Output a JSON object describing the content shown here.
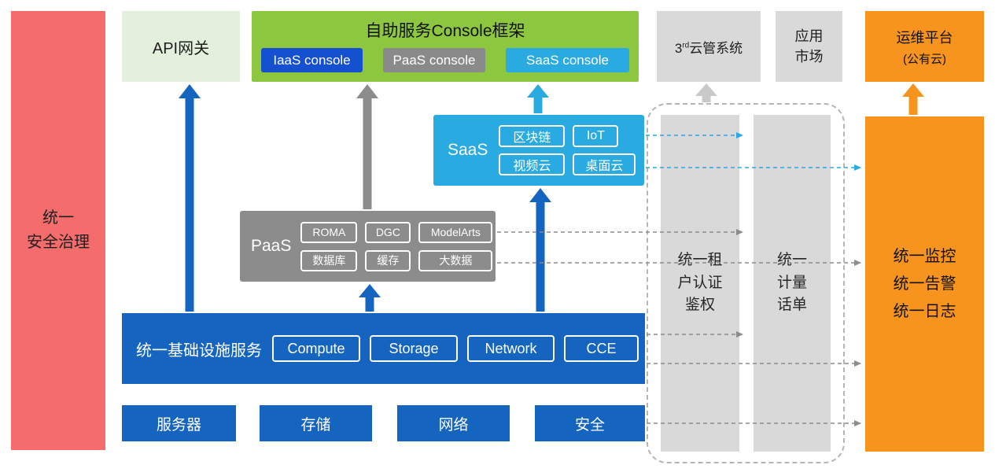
{
  "colors": {
    "red": "#f56c6c",
    "light_green": "#e3f0dc",
    "green": "#8dc63f",
    "blue": "#1565c0",
    "console_blue": "#1450cf",
    "gray": "#8c8c8c",
    "light_gray": "#d9d9d9",
    "cyan": "#29abe2",
    "orange": "#f7941d"
  },
  "security_bar": {
    "label": "统一\n安全治理"
  },
  "api_gateway": {
    "label": "API网关"
  },
  "console_frame": {
    "title": "自助服务Console框架",
    "buttons": [
      {
        "label": "IaaS console"
      },
      {
        "label": "PaaS console"
      },
      {
        "label": "SaaS console"
      }
    ]
  },
  "third_party_cms": {
    "prefix": "3",
    "sup": "rd",
    "suffix": "云管系统"
  },
  "app_market": {
    "label": "应用\n市场"
  },
  "om_platform": {
    "line1": "运维平台",
    "line2": "(公有云)"
  },
  "saas": {
    "label": "SaaS",
    "chips": [
      "区块链",
      "IoT",
      "视频云",
      "桌面云"
    ]
  },
  "paas": {
    "label": "PaaS",
    "chips": [
      "ROMA",
      "DGC",
      "ModelArts",
      "数据库",
      "缓存",
      "大数据"
    ]
  },
  "infra": {
    "label": "统一基础设施服务",
    "chips": [
      "Compute",
      "Storage",
      "Network",
      "CCE"
    ]
  },
  "resources": [
    "服务器",
    "存储",
    "网络",
    "安全"
  ],
  "auth_bar": {
    "label": "统一租\n户认证\n鉴权"
  },
  "billing_bar": {
    "label": "统一\n计量\n话单"
  },
  "monitor_box": {
    "label": "统一监控\n统一告警\n统一日志"
  }
}
